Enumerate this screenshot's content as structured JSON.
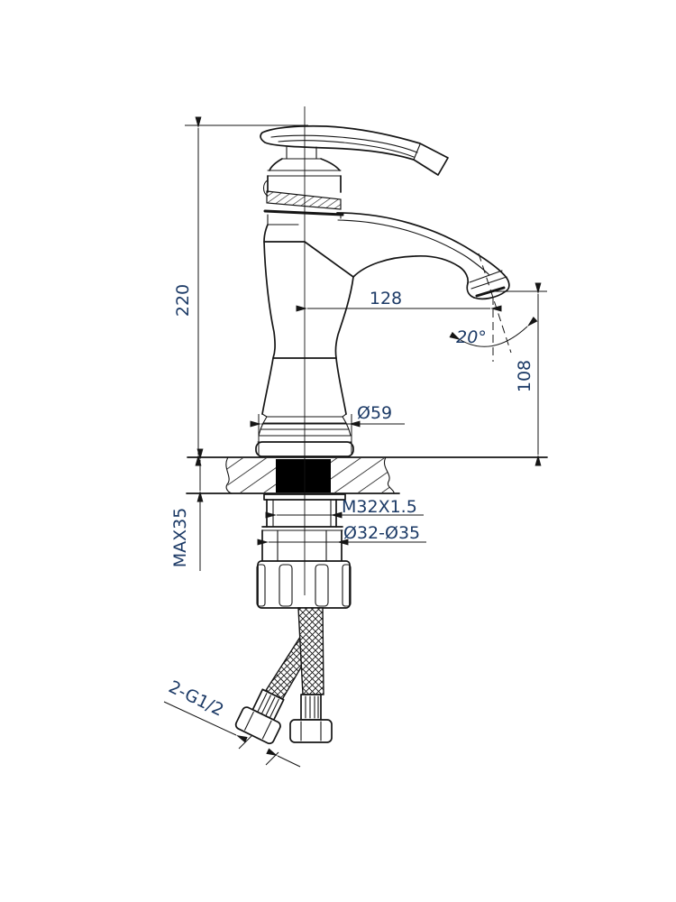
{
  "colors": {
    "line": "#151515",
    "dimension_text": "#1c3a66",
    "background": "#ffffff"
  },
  "dimensions": {
    "overall_height": "220",
    "spout_reach": "128",
    "spout_angle": "20°",
    "outlet_height": "108",
    "base_diameter": "Ø59",
    "shank_thread": "M32X1.5",
    "mounting_hole": "Ø32-Ø35",
    "max_deck_thickness": "MAX35",
    "hose_connection": "2-G1/2"
  }
}
